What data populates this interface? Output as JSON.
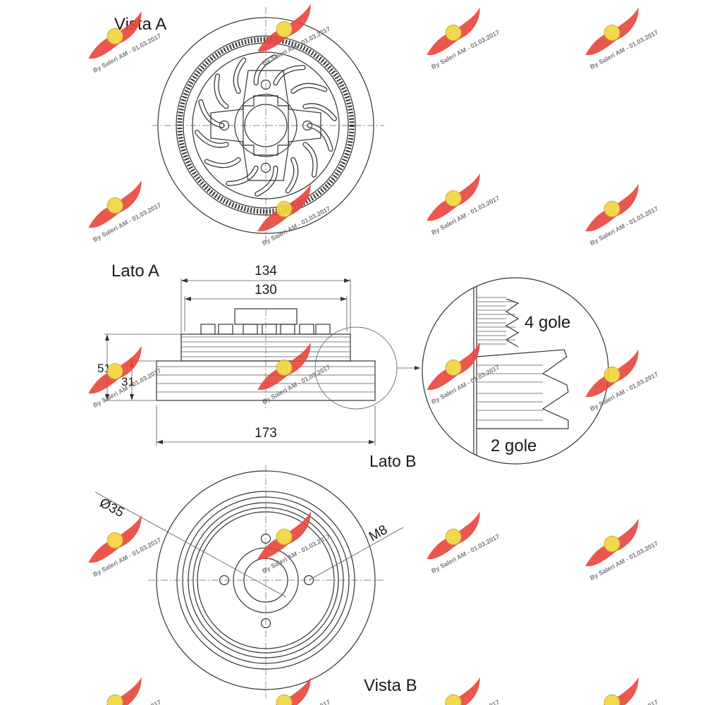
{
  "views": {
    "vista_a": "Vista A",
    "lato_a": "Lato A",
    "lato_b": "Lato B",
    "vista_b": "Vista B"
  },
  "dimensions": {
    "width_outer": "134",
    "width_inner": "130",
    "height_total": "51",
    "height_step": "31",
    "diameter_total": "173",
    "bore": "Ø35",
    "thread": "M8"
  },
  "detail": {
    "upper_grooves": "4 gole",
    "lower_grooves": "2 gole"
  },
  "watermark": {
    "text": "By Saleri AM - 01.03.2017",
    "wing_color": "#e8453c",
    "badge_color": "#f2d43a"
  }
}
